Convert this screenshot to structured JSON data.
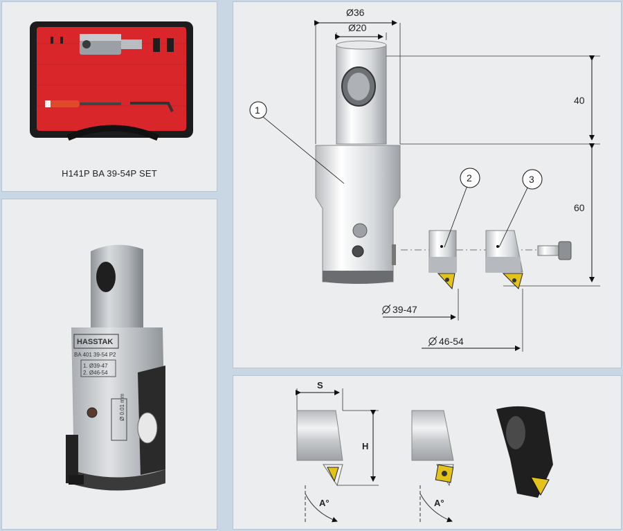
{
  "case_panel": {
    "caption": "H141P  BA 39-54P SET"
  },
  "photo_panel": {
    "brand": "HASSTAK",
    "model": "BA 401 39-54 P2",
    "range1": "1. Ø39-47",
    "range2": "2. Ø46-54",
    "scale": "Ø 0.01 mm"
  },
  "drawing": {
    "dim_outer_diameter": "Ø36",
    "dim_inner_diameter": "Ø20",
    "dim_shank_length": "40",
    "dim_body_length": "60",
    "callout_1": "1",
    "callout_2": "2",
    "callout_3": "3",
    "range_small": "39-47",
    "range_large": "46-54"
  },
  "insert_panel": {
    "label_s": "S",
    "label_h": "H",
    "label_angle_1": "A°",
    "label_angle_2": "A°"
  },
  "colors": {
    "background": "#c9d6e3",
    "panel": "#ecedef",
    "case_red": "#d8262a",
    "insert_gold": "#e3c21a"
  }
}
